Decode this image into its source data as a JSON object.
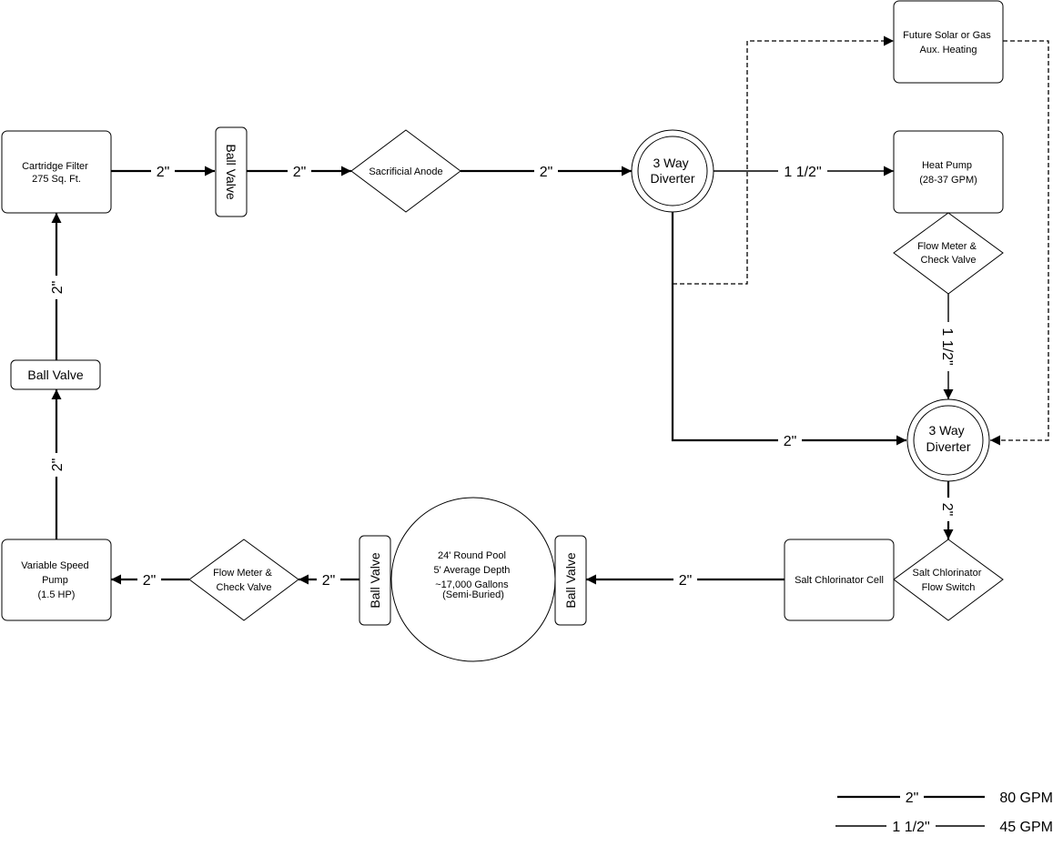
{
  "nodes": {
    "cartridge_filter": [
      "Cartridge Filter",
      "275 Sq. Ft."
    ],
    "ball_valve_top": [
      "Ball Valve"
    ],
    "sacrificial_anode": [
      "Sacrificial Anode"
    ],
    "diverter_top": [
      "3 Way",
      "Diverter"
    ],
    "future_heating": [
      "Future Solar or Gas",
      "Aux. Heating"
    ],
    "heat_pump": [
      "Heat Pump",
      "(28-37 GPM)"
    ],
    "flow_meter_right": [
      "Flow Meter &",
      "Check Valve"
    ],
    "diverter_bottom": [
      "3 Way",
      "Diverter"
    ],
    "salt_flow_switch": [
      "Salt Chlorinator",
      "Flow Switch"
    ],
    "salt_cell": [
      "Salt Chlorinator Cell"
    ],
    "ball_valve_pool_right": [
      "Ball Valve"
    ],
    "pool": [
      "24' Round Pool",
      "5' Average Depth",
      "~17,000 Gallons",
      "",
      "(Semi-Buried)"
    ],
    "ball_valve_pool_left": [
      "Ball Valve"
    ],
    "flow_meter_left": [
      "Flow Meter &",
      "Check Valve"
    ],
    "pump": [
      "Variable Speed",
      "Pump",
      "(1.5 HP)"
    ],
    "ball_valve_left": [
      "Ball Valve"
    ]
  },
  "pipe_labels": {
    "filter_to_valve": "2\"",
    "valve_to_anode": "2\"",
    "anode_to_diverter": "2\"",
    "diverter_to_heatpump": "1 1/2\"",
    "flowmeter_to_diverter": "1 1/2\"",
    "bypass": "2\"",
    "diverter_to_switch": "2\"",
    "cell_to_valve": "2\"",
    "valve_to_flowmeter": "2\"",
    "flowmeter_to_pump": "2\"",
    "pump_to_valve": "2\"",
    "valve_to_filter": "2\""
  },
  "legend": [
    {
      "pipe": "2\"",
      "flow": "80 GPM"
    },
    {
      "pipe": "1 1/2\"",
      "flow": "45 GPM"
    }
  ]
}
